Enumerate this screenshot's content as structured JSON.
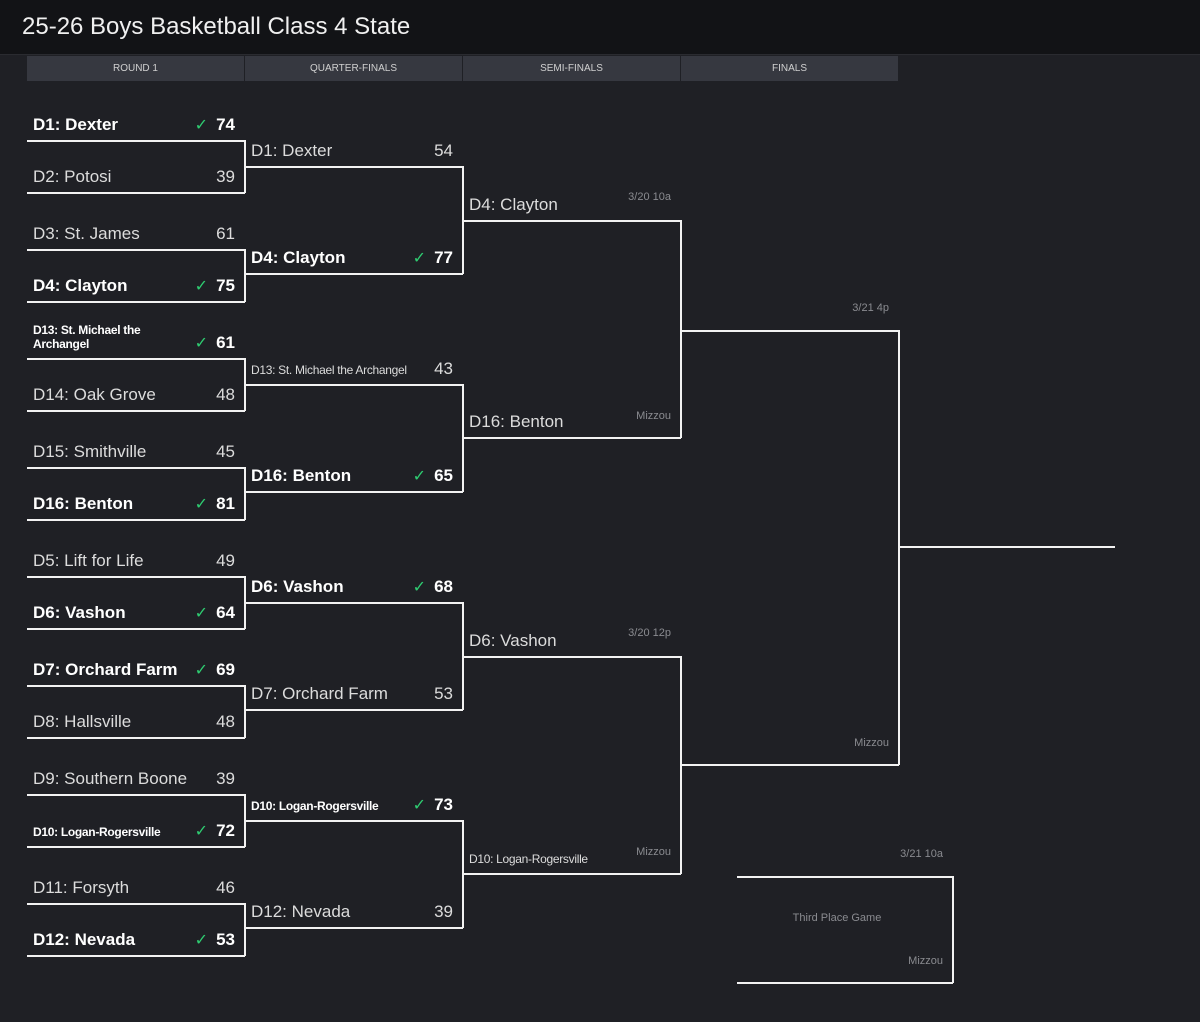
{
  "title": "25-26 Boys Basketball Class 4 State",
  "columns": [
    "ROUND 1",
    "QUARTER-FINALS",
    "SEMI-FINALS",
    "FINALS"
  ],
  "round1": [
    [
      {
        "name": "D1: Dexter",
        "score": "74",
        "winner": true
      },
      {
        "name": "D2: Potosi",
        "score": "39",
        "winner": false
      }
    ],
    [
      {
        "name": "D3: St. James",
        "score": "61",
        "winner": false
      },
      {
        "name": "D4: Clayton",
        "score": "75",
        "winner": true
      }
    ],
    [
      {
        "name": "D13: St. Michael the Archangel",
        "score": "61",
        "winner": true
      },
      {
        "name": "D14: Oak Grove",
        "score": "48",
        "winner": false
      }
    ],
    [
      {
        "name": "D15: Smithville",
        "score": "45",
        "winner": false
      },
      {
        "name": "D16: Benton",
        "score": "81",
        "winner": true
      }
    ],
    [
      {
        "name": "D5: Lift for Life",
        "score": "49",
        "winner": false
      },
      {
        "name": "D6: Vashon",
        "score": "64",
        "winner": true
      }
    ],
    [
      {
        "name": "D7: Orchard Farm",
        "score": "69",
        "winner": true
      },
      {
        "name": "D8: Hallsville",
        "score": "48",
        "winner": false
      }
    ],
    [
      {
        "name": "D9: Southern Boone",
        "score": "39",
        "winner": false
      },
      {
        "name": "D10: Logan-Rogersville",
        "score": "72",
        "winner": true
      }
    ],
    [
      {
        "name": "D11: Forsyth",
        "score": "46",
        "winner": false
      },
      {
        "name": "D12: Nevada",
        "score": "53",
        "winner": true
      }
    ]
  ],
  "quarterfinals": [
    [
      {
        "name": "D1: Dexter",
        "score": "54",
        "winner": false
      },
      {
        "name": "D4: Clayton",
        "score": "77",
        "winner": true
      }
    ],
    [
      {
        "name": "D13: St. Michael the Archangel",
        "score": "43",
        "winner": false
      },
      {
        "name": "D16: Benton",
        "score": "65",
        "winner": true
      }
    ],
    [
      {
        "name": "D6: Vashon",
        "score": "68",
        "winner": true
      },
      {
        "name": "D7: Orchard Farm",
        "score": "53",
        "winner": false
      }
    ],
    [
      {
        "name": "D10: Logan-Rogersville",
        "score": "73",
        "winner": true
      },
      {
        "name": "D12: Nevada",
        "score": "39",
        "winner": false
      }
    ]
  ],
  "semifinals": [
    {
      "date": "3/20  10a",
      "location": "Mizzou",
      "teams": [
        {
          "name": "D4: Clayton",
          "score": "",
          "winner": false
        },
        {
          "name": "D16: Benton",
          "score": "",
          "winner": false
        }
      ]
    },
    {
      "date": "3/20  12p",
      "location": "Mizzou",
      "teams": [
        {
          "name": "D6: Vashon",
          "score": "",
          "winner": false
        },
        {
          "name": "D10: Logan-Rogersville",
          "score": "",
          "winner": false
        }
      ]
    }
  ],
  "final": {
    "date": "3/21  4p",
    "location": "Mizzou"
  },
  "third_place": {
    "date": "3/21  10a",
    "label": "Third Place Game",
    "location": "Mizzou"
  },
  "colors": {
    "check": "#2ecc71",
    "line": "#f2f2f2"
  }
}
